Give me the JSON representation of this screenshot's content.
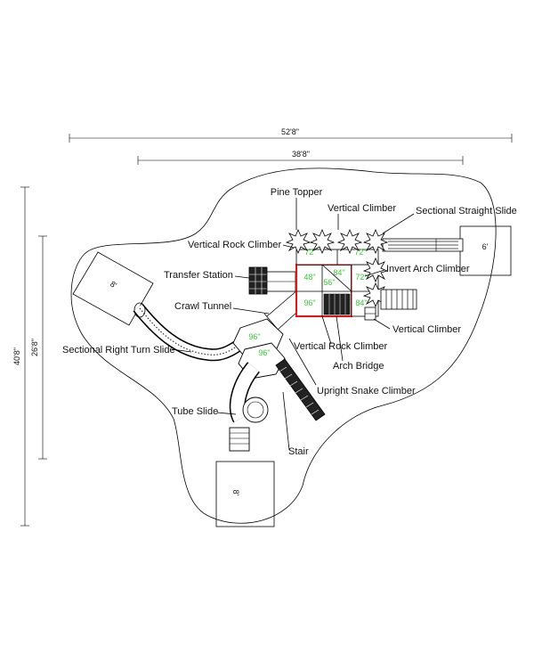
{
  "dimensions": {
    "overall_width": "52'8\"",
    "inner_width": "38'8\"",
    "overall_depth": "40'8\"",
    "inner_depth": "26'8\""
  },
  "labels": {
    "pine_topper": "Pine Topper",
    "vertical_climber_top": "Vertical Climber",
    "sectional_straight_slide": "Sectional Straight Slide",
    "vertical_rock_climber_top": "Vertical Rock Climber",
    "transfer_station": "Transfer Station",
    "invert_arch_climber": "Invert Arch Climber",
    "crawl_tunnel": "Crawl Tunnel",
    "vertical_climber_right": "Vertical Climber",
    "vertical_rock_climber_bottom": "Vertical Rock Climber",
    "sectional_right_turn_slide": "Sectional Right Turn Slide",
    "arch_bridge": "Arch Bridge",
    "upright_snake_climber": "Upright Snake Climber",
    "tube_slide": "Tube Slide",
    "stair": "Stair"
  },
  "deck_sizes": {
    "top_left": "72\"",
    "top_right": "72\"",
    "mid_left": "48\"",
    "mid_center": "56\"",
    "mid_center_top": "84\"",
    "mid_right": "72\"",
    "bottom_left": "96\"",
    "bottom_right": "84\"",
    "hex_upper": "96\"",
    "hex_lower": "96\""
  },
  "zones": {
    "right": "6'",
    "left": "8'",
    "bottom": "8'"
  },
  "colors": {
    "deck_highlight": "#ee1111",
    "deck_size_text": "#33cc33",
    "linework": "#000000"
  }
}
